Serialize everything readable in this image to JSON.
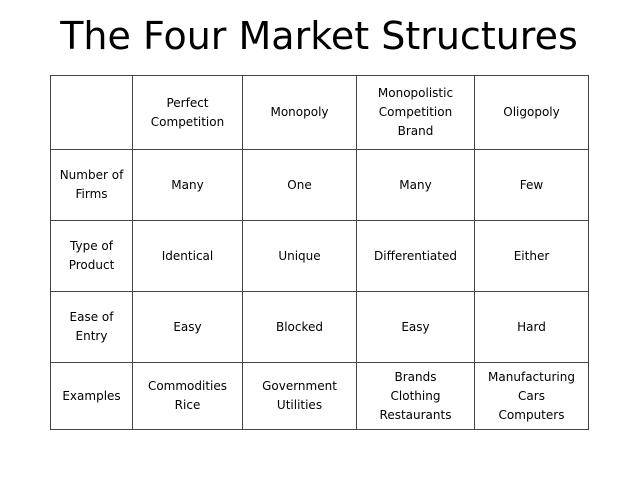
{
  "title": "The Four Market Structures",
  "table": {
    "header": [
      [],
      [
        "Perfect",
        "Competition"
      ],
      [
        "Monopoly"
      ],
      [
        "Monopolistic",
        "Competition",
        "Brand"
      ],
      [
        "Oligopoly"
      ]
    ],
    "rows": [
      {
        "label": [
          "Number of",
          "Firms"
        ],
        "cells": [
          [
            "Many"
          ],
          [
            "One"
          ],
          [
            "Many"
          ],
          [
            "Few"
          ]
        ]
      },
      {
        "label": [
          "Type of",
          "Product"
        ],
        "cells": [
          [
            "Identical"
          ],
          [
            "Unique"
          ],
          [
            "Differentiated"
          ],
          [
            "Either"
          ]
        ]
      },
      {
        "label": [
          "Ease of",
          "Entry"
        ],
        "cells": [
          [
            "Easy"
          ],
          [
            "Blocked"
          ],
          [
            "Easy"
          ],
          [
            "Hard"
          ]
        ]
      },
      {
        "label": [
          "Examples"
        ],
        "cells": [
          [
            "Commodities",
            "Rice"
          ],
          [
            "Government",
            "Utilities"
          ],
          [
            "Brands",
            "Clothing",
            "Restaurants"
          ],
          [
            "Manufacturing",
            "Cars",
            "Computers"
          ]
        ]
      }
    ]
  }
}
